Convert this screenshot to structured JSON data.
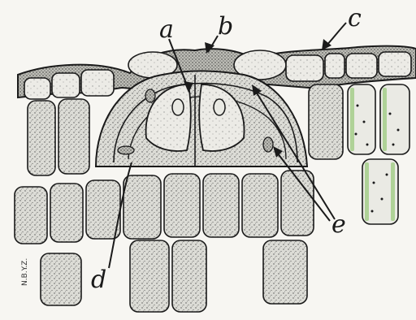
{
  "figure": {
    "labels": {
      "a": "a",
      "b": "b",
      "c": "c",
      "d": "d",
      "e": "e"
    },
    "signature": "N.B.Y.Z.",
    "colors": {
      "ink": "#1a1a1a",
      "cell_fill": "#d9d9d4",
      "cell_light": "#ecebe6",
      "chloroplast": "#7fbf5a",
      "background": "#f7f6f2"
    }
  }
}
